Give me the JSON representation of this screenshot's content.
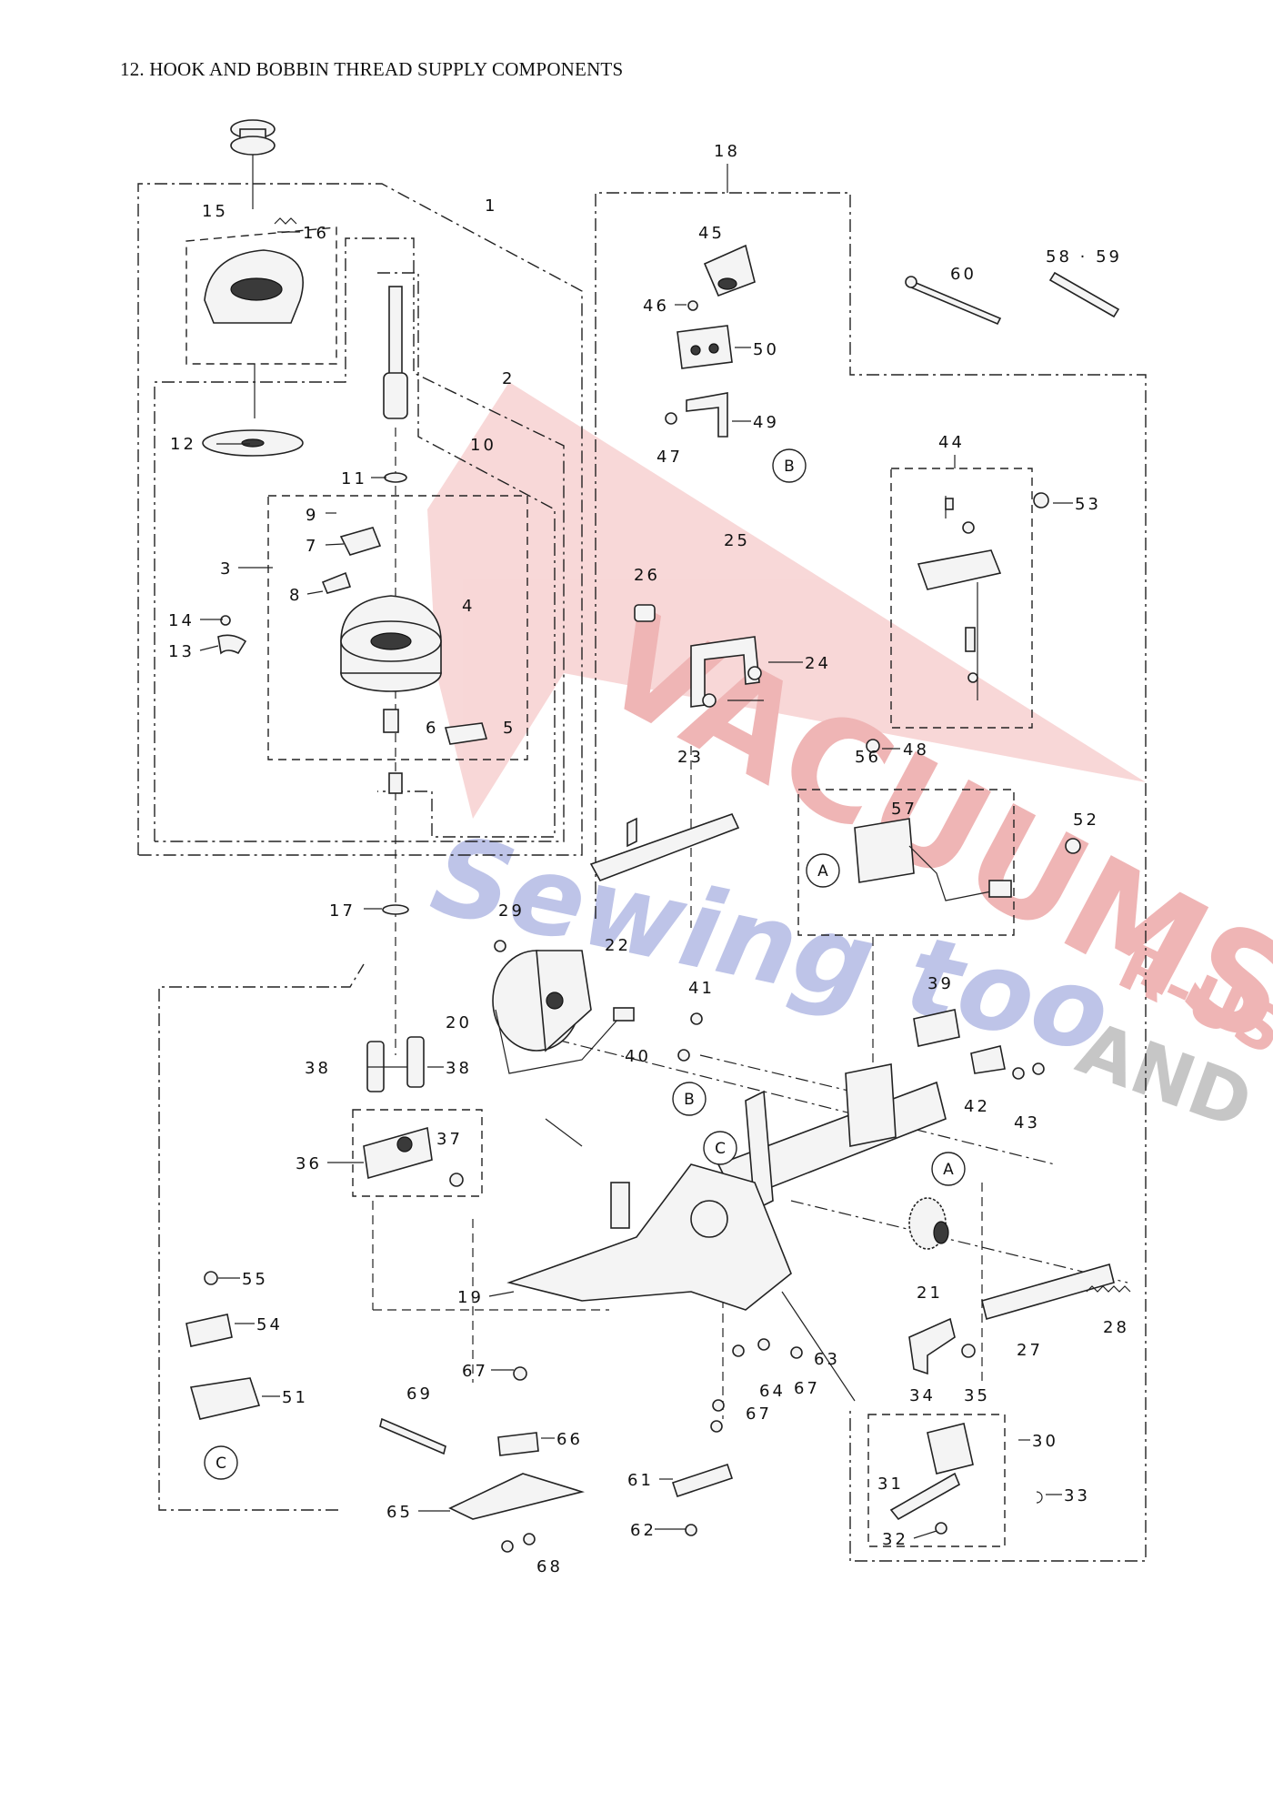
{
  "title": "12. HOOK AND BOBBIN THREAD SUPPLY COMPONENTS",
  "watermark": {
    "main": "VACUUMS",
    "script": "Sewing too",
    "suffix_top": "R-US",
    "suffix_bottom": "AND",
    "colors": {
      "red": "#e23b3b",
      "blue": "#3b4fb5",
      "gray": "#666666"
    }
  },
  "labels": {
    "n1": "1",
    "n2": "2",
    "n3": "3",
    "n4": "4",
    "n5": "5",
    "n6": "6",
    "n7": "7",
    "n8": "8",
    "n9": "9",
    "n10": "10",
    "n11": "11",
    "n12": "12",
    "n13": "13",
    "n14": "14",
    "n15": "15",
    "n16": "16",
    "n17": "17",
    "n18": "18",
    "n19": "19",
    "n20": "20",
    "n21": "21",
    "n22": "22",
    "n23": "23",
    "n24": "24",
    "n25": "25",
    "n26": "26",
    "n27": "27",
    "n28": "28",
    "n29": "29",
    "n30": "30",
    "n31": "31",
    "n32": "32",
    "n33": "33",
    "n34": "34",
    "n35": "35",
    "n36": "36",
    "n37": "37",
    "n38": "38",
    "n39": "39",
    "n40": "40",
    "n41": "41",
    "n42": "42",
    "n43": "43",
    "n44": "44",
    "n45": "45",
    "n46": "46",
    "n47": "47",
    "n48": "48",
    "n49": "49",
    "n50": "50",
    "n51": "51",
    "n52": "52",
    "n53": "53",
    "n54": "54",
    "n55": "55",
    "n56": "56",
    "n57": "57",
    "n58_59": "58 · 59",
    "n60": "60",
    "n61": "61",
    "n62": "62",
    "n63": "63",
    "n64": "64",
    "n65": "65",
    "n66": "66",
    "n67": "67",
    "n68": "68",
    "n69": "69",
    "refA": "A",
    "refB": "B",
    "refC": "C"
  }
}
